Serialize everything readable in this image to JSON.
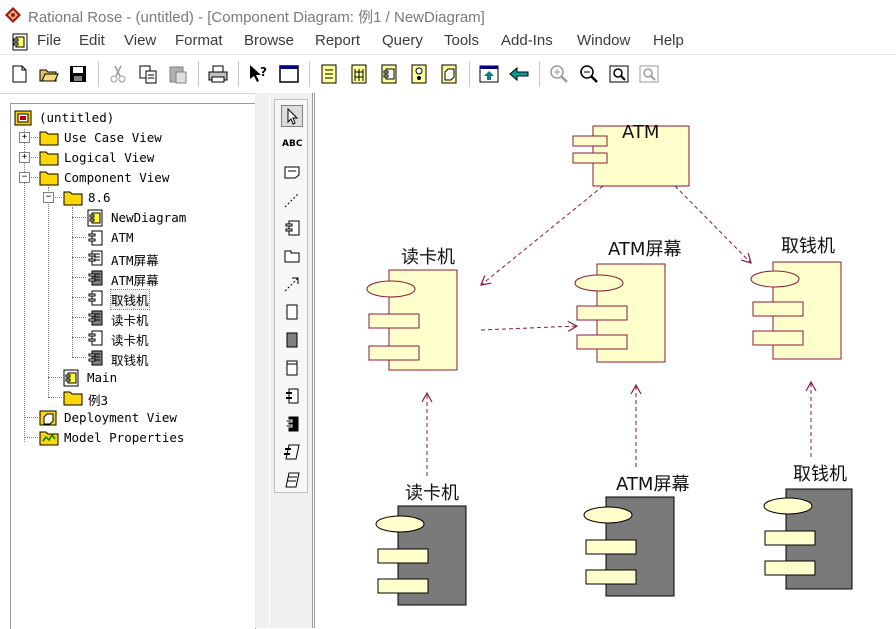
{
  "window": {
    "title": "Rational Rose - (untitled) - [Component Diagram: 例1 / NewDiagram]"
  },
  "menu": {
    "items": [
      "File",
      "Edit",
      "View",
      "Format",
      "Browse",
      "Report",
      "Query",
      "Tools",
      "Add-Ins",
      "Window",
      "Help"
    ]
  },
  "toolbar": {
    "buttons": [
      "new-icon",
      "open-icon",
      "save-icon",
      "cut-icon",
      "copy-icon",
      "paste-icon",
      "print-icon",
      "context-help-icon",
      "view-doc-icon",
      "class-diagram-icon",
      "interaction-diagram-icon",
      "component-diagram-icon",
      "statechart-icon",
      "deployment-diagram-icon",
      "browse-parent-icon",
      "browse-previous-icon",
      "zoom-in-icon",
      "zoom-out-icon",
      "fit-window-icon",
      "undo-fit-icon"
    ]
  },
  "browser": {
    "root": "(untitled)",
    "use_case_view": "Use Case View",
    "logical_view": "Logical View",
    "component_view": "Component View",
    "package_86": "8.6",
    "new_diagram": "NewDiagram",
    "atm": "ATM",
    "atm_screen_1": "ATM屏幕",
    "atm_screen_2": "ATM屏幕",
    "withdraw_1": "取钱机",
    "card_reader_1": "读卡机",
    "card_reader_2": "读卡机",
    "withdraw_2": "取钱机",
    "main": "Main",
    "example3": "例3",
    "deployment_view": "Deployment View",
    "model_properties": "Model Properties"
  },
  "palette": {
    "tools": [
      "selection-tool-icon",
      "text-tool-icon",
      "note-tool-icon",
      "anchor-note-tool-icon",
      "component-tool-icon",
      "package-tool-icon",
      "dependency-tool-icon",
      "subprogram-spec-icon",
      "subprogram-body-icon",
      "main-program-icon",
      "package-spec-icon",
      "package-body-icon",
      "task-spec-icon",
      "task-body-icon"
    ],
    "text_tool_label": "ABC"
  },
  "diagram": {
    "atm": "ATM",
    "card_reader_spec": "读卡机",
    "atm_screen_spec": "ATM屏幕",
    "withdraw_spec": "取钱机",
    "card_reader_body": "读卡机",
    "atm_screen_body": "ATM屏幕",
    "withdraw_body": "取钱机",
    "colors": {
      "spec_fill": "#ffffcc",
      "body_fill": "#7a7a7a",
      "dependency": "#8b1a3a"
    }
  }
}
